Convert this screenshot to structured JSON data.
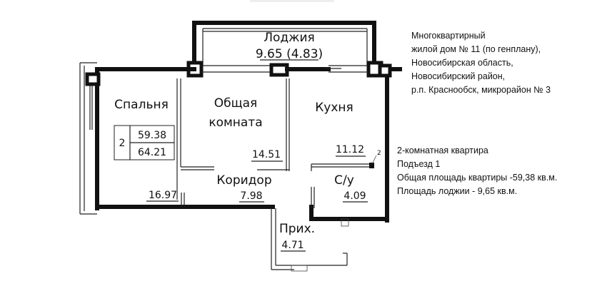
{
  "rooms": {
    "loggia": {
      "name": "Лоджия",
      "area": "9.65 (4.83)"
    },
    "bedroom": {
      "name": "Спальня",
      "area": "16.97"
    },
    "living": {
      "name_line1": "Общая",
      "name_line2": "комната",
      "area": "14.51"
    },
    "kitchen": {
      "name": "Кухня",
      "area": "11.12"
    },
    "corridor": {
      "name": "Коридор",
      "area": "7.98"
    },
    "bathroom": {
      "name": "С/у",
      "area": "4.09"
    },
    "hall": {
      "name": "Прих.",
      "area": "4.71"
    }
  },
  "apartment_box": {
    "rooms_count": "2",
    "living_area": "59.38",
    "total_area": "64.21"
  },
  "leader_marker": "2",
  "building_info": [
    "Многоквартирный",
    "жилой  дом № 11 (по генплану),",
    "Новосибирская область,",
    "Новосибирский район,",
    "р.п. Краснообск, микрорайон № 3"
  ],
  "apartment_info": [
    "2-комнатная квартира",
    "Подъезд 1",
    "Общая площадь квартиры -59,38 кв.м.",
    "Площадь лоджии - 9,65 кв.м."
  ]
}
